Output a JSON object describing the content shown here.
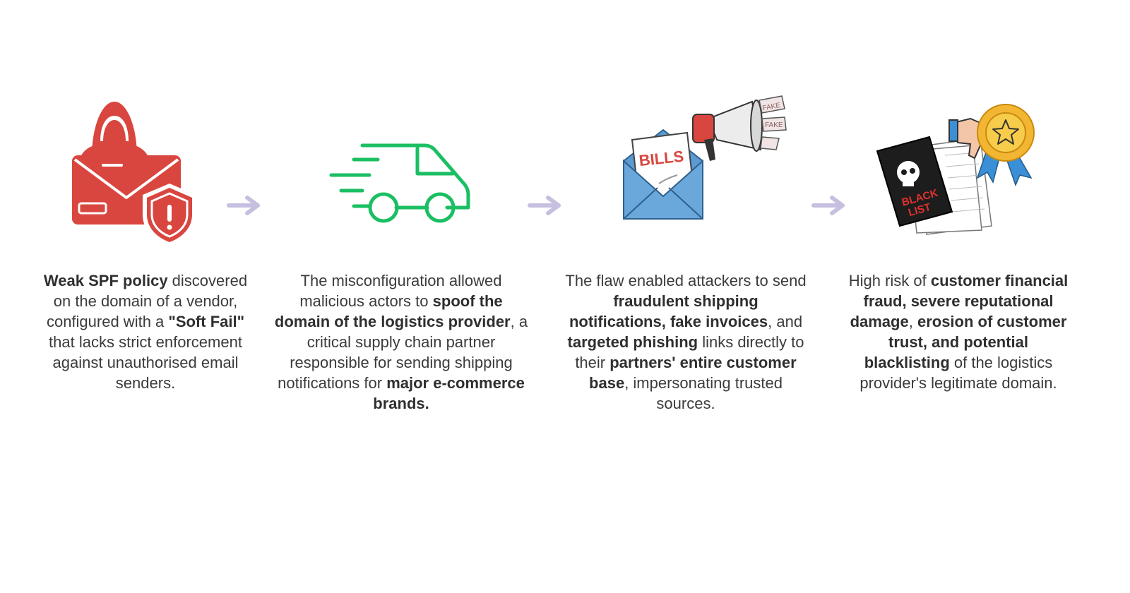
{
  "steps": [
    {
      "icon": "hacker-envelope-shield-icon",
      "caption": [
        {
          "t": "Weak SPF policy",
          "b": true
        },
        {
          "t": " discovered on the domain of a vendor, configured with a ",
          "b": false
        },
        {
          "t": "\"Soft Fail\"",
          "b": true
        },
        {
          "t": " that lacks strict enforcement against unauthorised email senders.",
          "b": false
        }
      ]
    },
    {
      "icon": "delivery-truck-icon",
      "caption": [
        {
          "t": "The misconfiguration allowed malicious actors to ",
          "b": false
        },
        {
          "t": "spoof the domain of the logistics provider",
          "b": true
        },
        {
          "t": ", a critical supply chain partner responsible for sending shipping notifications for ",
          "b": false
        },
        {
          "t": "major e-commerce brands.",
          "b": true
        }
      ]
    },
    {
      "icon": "fake-bills-megaphone-icon",
      "bills_label": "BILLS",
      "fake_label": "FAKE",
      "caption": [
        {
          "t": "The flaw enabled attackers to send ",
          "b": false
        },
        {
          "t": "fraudulent shipping notifications, fake invoices",
          "b": true
        },
        {
          "t": ", and ",
          "b": false
        },
        {
          "t": "targeted phishing",
          "b": true
        },
        {
          "t": " links directly to their ",
          "b": false
        },
        {
          "t": "partners' entire customer base",
          "b": true
        },
        {
          "t": ", impersonating trusted sources.",
          "b": false
        }
      ]
    },
    {
      "icon": "blacklist-badge-icon",
      "blacklist_label_1": "BLACK",
      "blacklist_label_2": "LIST",
      "caption": [
        {
          "t": "High risk of ",
          "b": false
        },
        {
          "t": "customer financial fraud, severe reputational damage",
          "b": true
        },
        {
          "t": ", ",
          "b": false
        },
        {
          "t": "erosion of customer trust, and potential blacklisting",
          "b": true
        },
        {
          "t": " of the logistics provider's legitimate domain.",
          "b": false
        }
      ]
    }
  ],
  "colors": {
    "hacker_red": "#d9463f",
    "truck_green": "#1bbf63",
    "envelope_blue": "#5b9bd2",
    "arrow_lavender": "#c7bfe0",
    "text": "#3b3b3b"
  }
}
